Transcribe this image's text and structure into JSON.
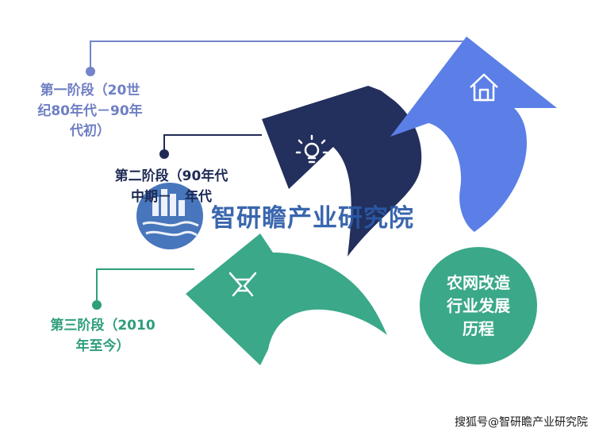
{
  "stages": [
    {
      "label_line1": "第一阶段（20世",
      "label_line2": "纪80年代－90年",
      "label_line3": "代初）",
      "color": "#6f7fc4",
      "arrow_color": "#5b7fe7",
      "icon": "house-icon"
    },
    {
      "label_line1": "第二阶段（90年代",
      "label_line2": "中期－　年代",
      "label_line3": "",
      "color": "#1f2b55",
      "arrow_color": "#232f5c",
      "icon": "lightbulb-icon"
    },
    {
      "label_line1": "第三阶段（2010",
      "label_line2": "年至今）",
      "label_line3": "",
      "color": "#2e9e7c",
      "arrow_color": "#3aa889",
      "icon": "handshake-icon"
    }
  ],
  "center": {
    "line1": "农网改造",
    "line2": "行业发展",
    "line3": "历程",
    "color": "#3aa889"
  },
  "watermark": {
    "text": "智研瞻产业研究院",
    "color": "#2a5aa8"
  },
  "footer": {
    "credit": "搜狐号@智研瞻产业研究院"
  }
}
